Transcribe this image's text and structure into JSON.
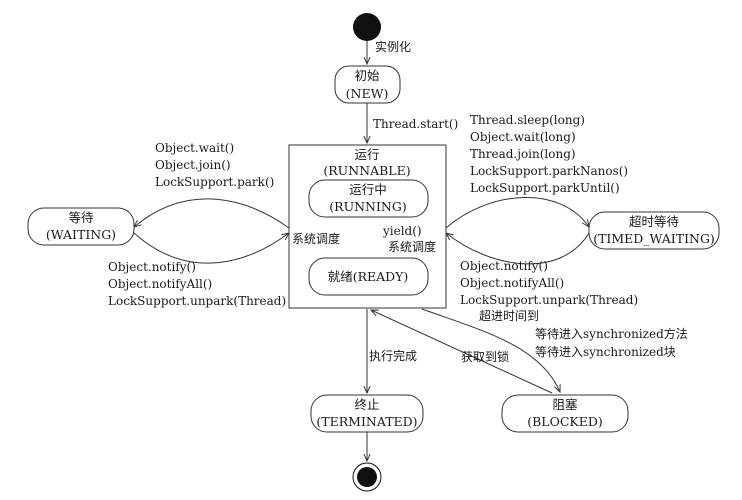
{
  "nodes": {
    "new": {
      "line1": "初始",
      "line2": "(NEW)"
    },
    "runnable": {
      "line1": "运行",
      "line2": "(RUNNABLE)"
    },
    "running": {
      "line1": "运行中",
      "line2": "(RUNNING)"
    },
    "ready": {
      "line1": "就绪(READY)"
    },
    "waiting": {
      "line1": "等待",
      "line2": "(WAITING)"
    },
    "timed_waiting": {
      "line1": "超时等待",
      "line2": "(TIMED_WAITING)"
    },
    "terminated": {
      "line1": "终止",
      "line2": "(TERMINATED)"
    },
    "blocked": {
      "line1": "阻塞",
      "line2": "(BLOCKED)"
    }
  },
  "edges": {
    "instantiate": "实例化",
    "start": "Thread.start()",
    "schedule_left": "系统调度",
    "yield": "yield()",
    "schedule_right": "系统调度",
    "to_waiting": [
      "Object.wait()",
      "Object.join()",
      "LockSupport.park()"
    ],
    "from_waiting": [
      "Object.notify()",
      "Object.notifyAll()",
      "LockSupport.unpark(Thread)"
    ],
    "to_timed_waiting": [
      "Thread.sleep(long)",
      "Object.wait(long)",
      "Thread.join(long)",
      "LockSupport.parkNanos()",
      "LockSupport.parkUntil()"
    ],
    "from_timed_waiting": [
      "Object.notify()",
      "Object.notifyAll()",
      "LockSupport.unpark(Thread)",
      "超进时间到"
    ],
    "finish": "执行完成",
    "acquire_lock": "获取到锁",
    "to_blocked": [
      "等待进入synchronized方法",
      "等待进入synchronized块"
    ]
  }
}
